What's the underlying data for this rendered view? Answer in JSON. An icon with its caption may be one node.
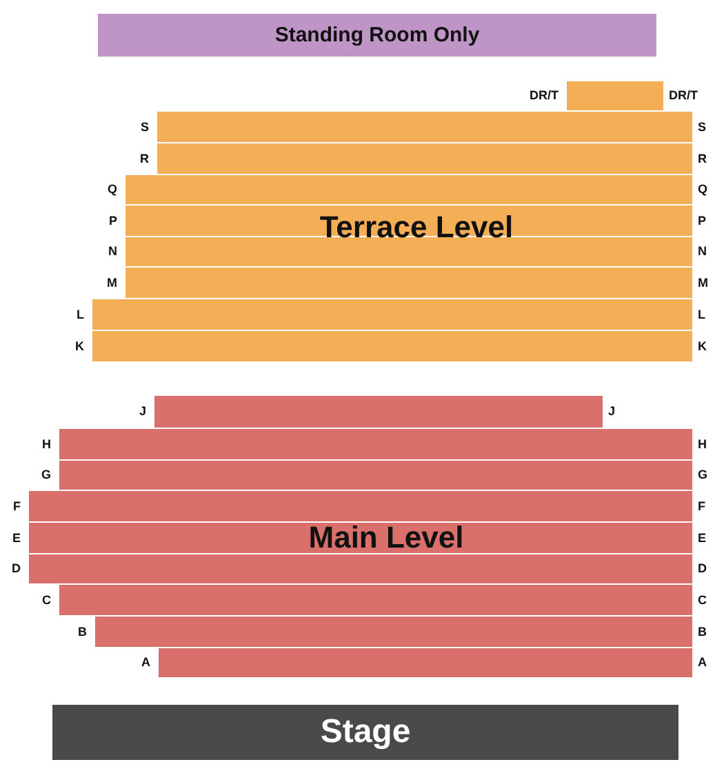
{
  "diagram": {
    "nodes": [
      {
        "text": [
          "Standing Room Only"
        ]
      },
      {
        "text": [],
        "shape": "bar",
        "beside": [
          "DR/T",
          "DR/T"
        ]
      },
      {
        "text": [],
        "shape": "bar",
        "beside": [
          "S",
          "S"
        ]
      },
      {
        "text": [],
        "shape": "bar",
        "beside": [
          "R",
          "R"
        ]
      },
      {
        "text": [],
        "shape": "bar",
        "beside": [
          "Q",
          "Q"
        ]
      },
      {
        "text": [],
        "shape": "bar",
        "beside": [
          "P",
          "P"
        ]
      },
      {
        "text": [],
        "shape": "bar",
        "beside": [
          "N",
          "N"
        ]
      },
      {
        "text": [],
        "shape": "bar",
        "beside": [
          "M",
          "M"
        ]
      },
      {
        "text": [],
        "shape": "bar",
        "beside": [
          "L",
          "L"
        ]
      },
      {
        "text": [],
        "shape": "bar",
        "beside": [
          "K",
          "K"
        ]
      },
      {
        "text": [],
        "shape": "bar",
        "beside": [
          "J",
          "J"
        ]
      },
      {
        "text": [],
        "shape": "bar",
        "beside": [
          "H",
          "H"
        ]
      },
      {
        "text": [],
        "shape": "bar",
        "beside": [
          "G",
          "G"
        ]
      },
      {
        "text": [],
        "shape": "bar",
        "beside": [
          "F",
          "F"
        ]
      },
      {
        "text": [],
        "shape": "bar",
        "beside": [
          "E",
          "E"
        ]
      },
      {
        "text": [],
        "shape": "bar",
        "beside": [
          "D",
          "D"
        ]
      },
      {
        "text": [],
        "shape": "bar",
        "beside": [
          "C",
          "C"
        ]
      },
      {
        "text": [],
        "shape": "bar",
        "beside": [
          "B",
          "B"
        ]
      },
      {
        "text": [],
        "shape": "bar",
        "beside": [
          "A",
          "A"
        ]
      },
      {
        "text": [
          "Stage"
        ]
      }
    ],
    "labels": [
      "Terrace Level",
      "Main Level"
    ]
  }
}
